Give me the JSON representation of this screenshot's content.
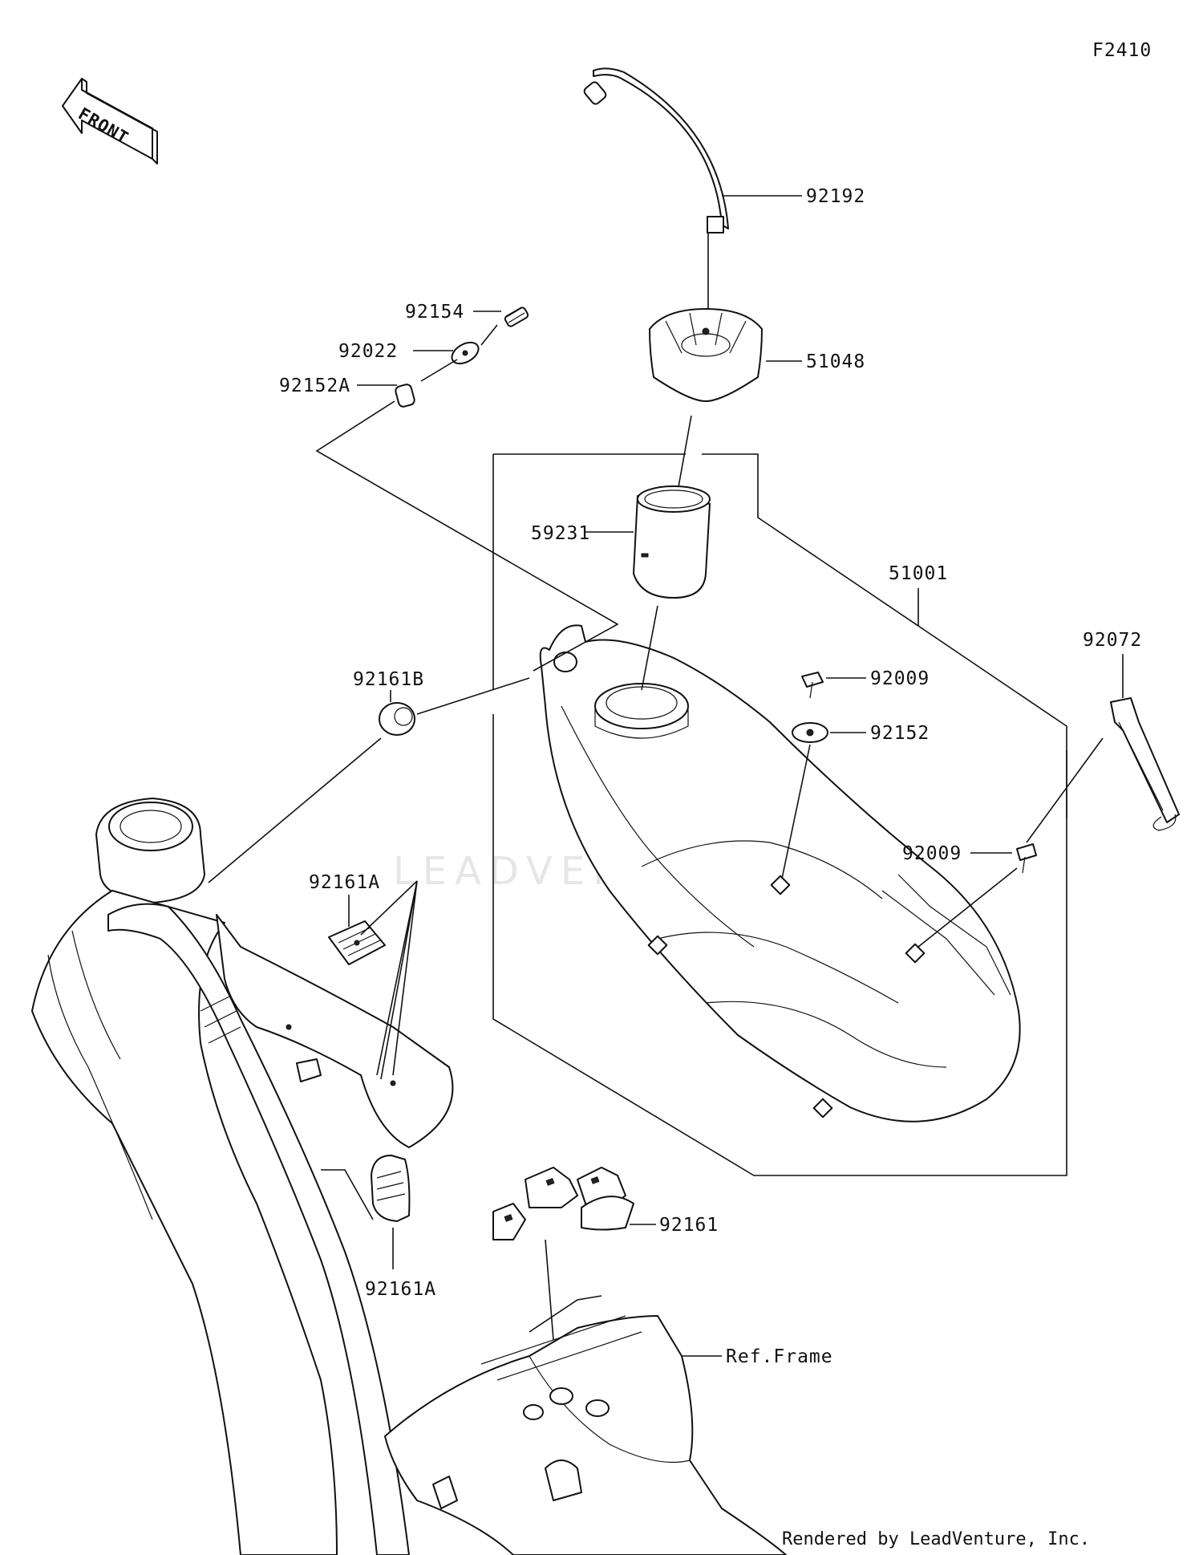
{
  "diagram_code": "F2410",
  "front_label": "FRONT",
  "watermark": "LEADVENTURE",
  "footer": "Rendered by LeadVenture, Inc.",
  "parts": {
    "p92192": "92192",
    "p51048": "51048",
    "p59231": "59231",
    "p51001": "51001",
    "p92154": "92154",
    "p92022": "92022",
    "p92152A": "92152A",
    "p92161B": "92161B",
    "p92009_top": "92009",
    "p92152": "92152",
    "p92072": "92072",
    "p92009_side": "92009",
    "p92161A_top": "92161A",
    "p92161A_bottom": "92161A",
    "p92161": "92161",
    "ref_frame": "Ref.Frame"
  }
}
